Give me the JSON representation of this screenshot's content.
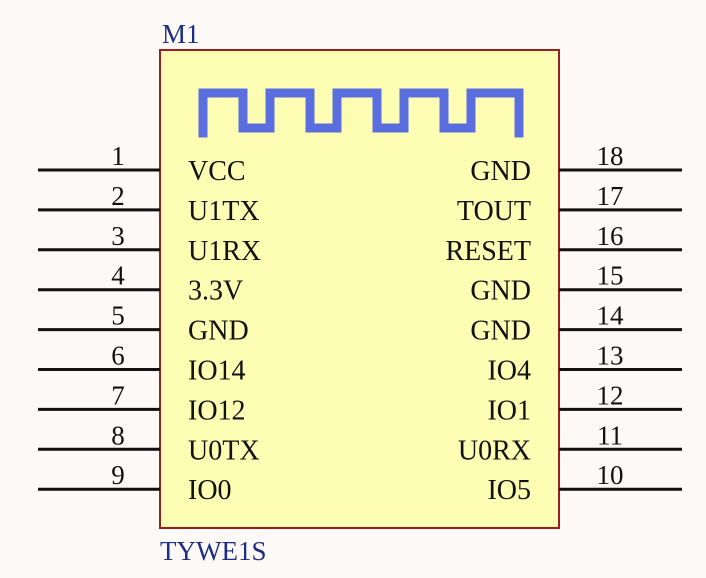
{
  "component": {
    "designator": "M1",
    "part_name": "TYWE1S",
    "body_fill": "#fefdb4",
    "body_stroke": "#9b1f1f",
    "wifi_symbol_color": "#5b6ee0",
    "text_color": "#111111",
    "label_color": "#1c2e86",
    "icon": "wifi-waveform-icon"
  },
  "left_pins": [
    {
      "number": "1",
      "name": "VCC"
    },
    {
      "number": "2",
      "name": "U1TX"
    },
    {
      "number": "3",
      "name": "U1RX"
    },
    {
      "number": "4",
      "name": "3.3V"
    },
    {
      "number": "5",
      "name": "GND"
    },
    {
      "number": "6",
      "name": "IO14"
    },
    {
      "number": "7",
      "name": "IO12"
    },
    {
      "number": "8",
      "name": "U0TX"
    },
    {
      "number": "9",
      "name": "IO0"
    }
  ],
  "right_pins": [
    {
      "number": "18",
      "name": "GND"
    },
    {
      "number": "17",
      "name": "TOUT"
    },
    {
      "number": "16",
      "name": "RESET"
    },
    {
      "number": "15",
      "name": "GND"
    },
    {
      "number": "14",
      "name": "GND"
    },
    {
      "number": "13",
      "name": "IO4"
    },
    {
      "number": "12",
      "name": "IO1"
    },
    {
      "number": "11",
      "name": "U0RX"
    },
    {
      "number": "10",
      "name": "IO5"
    }
  ]
}
